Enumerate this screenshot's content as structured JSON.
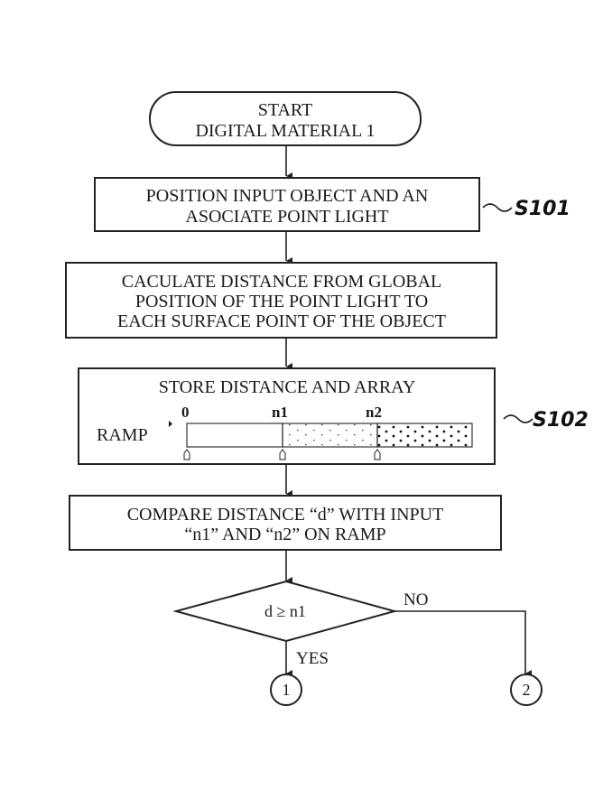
{
  "start": {
    "line1": "START",
    "line2": "DIGITAL MATERIAL 1"
  },
  "step_s101": {
    "line1": "POSITION INPUT OBJECT AND AN",
    "line2": "ASOCIATE POINT LIGHT",
    "ref": "S101"
  },
  "step_calc": {
    "line1": "CACULATE DISTANCE FROM GLOBAL",
    "line2": "POSITION OF THE POINT LIGHT TO",
    "line3": "EACH SURFACE POINT OF THE OBJECT"
  },
  "step_s102": {
    "title": "STORE DISTANCE AND ARRAY",
    "ramp_label": "RAMP",
    "ticks": [
      "0",
      "n1",
      "n2"
    ],
    "ref": "S102"
  },
  "step_compare": {
    "line1": "COMPARE DISTANCE “d” WITH INPUT",
    "line2": "“n1” AND “n2” ON RAMP"
  },
  "decision": {
    "condition": "d ≥ n1",
    "yes": "YES",
    "no": "NO"
  },
  "connectors": {
    "yes_target": "1",
    "no_target": "2"
  }
}
